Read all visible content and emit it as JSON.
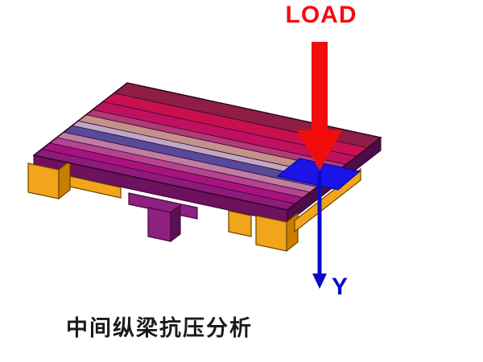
{
  "figure": {
    "load_label": "LOAD",
    "y_axis_label": "Y",
    "caption": "中间纵梁抗压分析"
  },
  "colors": {
    "load": "#f20d0d",
    "y_axis": "#0a0ac8",
    "highlight": "#1a14e6",
    "caption": "#1a1a1a",
    "leg": "#f2a51b",
    "leg_shade": "#c87f00",
    "deck_front_face": "#6e115e",
    "deck_right_face": "#4e0c49",
    "mid_stringer": "#8e2080",
    "mid_stringer_shade": "#5c0f54",
    "outline": "#2e0726"
  },
  "pallet": {
    "deck_stripes": [
      {
        "color": "#8e1a7b",
        "w": 0.085
      },
      {
        "color": "#a8127f",
        "w": 0.085
      },
      {
        "color": "#b5438f",
        "w": 0.075
      },
      {
        "color": "#c07da4",
        "w": 0.075
      },
      {
        "color": "#584a9b",
        "w": 0.09
      },
      {
        "color": "#bfa8c4",
        "w": 0.065
      },
      {
        "color": "#c4928b",
        "w": 0.085
      },
      {
        "color": "#b23a77",
        "w": 0.07
      },
      {
        "color": "#c01160",
        "w": 0.11
      },
      {
        "color": "#c8104f",
        "w": 0.12
      },
      {
        "color": "#8f1d45",
        "w": 0.14
      }
    ]
  }
}
